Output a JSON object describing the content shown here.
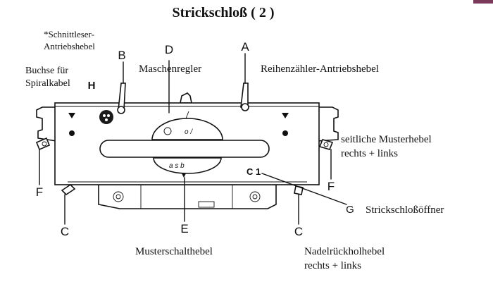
{
  "title": "Strickschloß ( 2 )",
  "corner_tab_color": "#7a3b5a",
  "labels": {
    "schnittleser_line1": "*Schnittleser-",
    "schnittleser_line2": "Antriebshebel",
    "buchse_line1": "Buchse für",
    "buchse_line2": "Spiralkabel",
    "maschenregler": "Maschenregler",
    "reihenzaehler": "Reihenzähler-Antriebshebel",
    "seitliche_line1": "seitliche Musterhebel",
    "seitliche_line2": "rechts + links",
    "strickschloss_oeffner": "Strickschloßöffner",
    "musterschalthebel": "Musterschalthebel",
    "nadelrueckhol_line1": "Nadelrückholhebel",
    "nadelrueckhol_line2": "rechts + links"
  },
  "letters": {
    "a": "A",
    "b": "B",
    "c_left": "C",
    "c_right": "C",
    "d": "D",
    "e": "E",
    "f_left": "F",
    "f_right": "F",
    "g": "G",
    "h": "H"
  },
  "dial_marks": {
    "upper": "o  /",
    "lower": "a  s  b"
  },
  "device_marks": {
    "g_element": "C  1"
  }
}
